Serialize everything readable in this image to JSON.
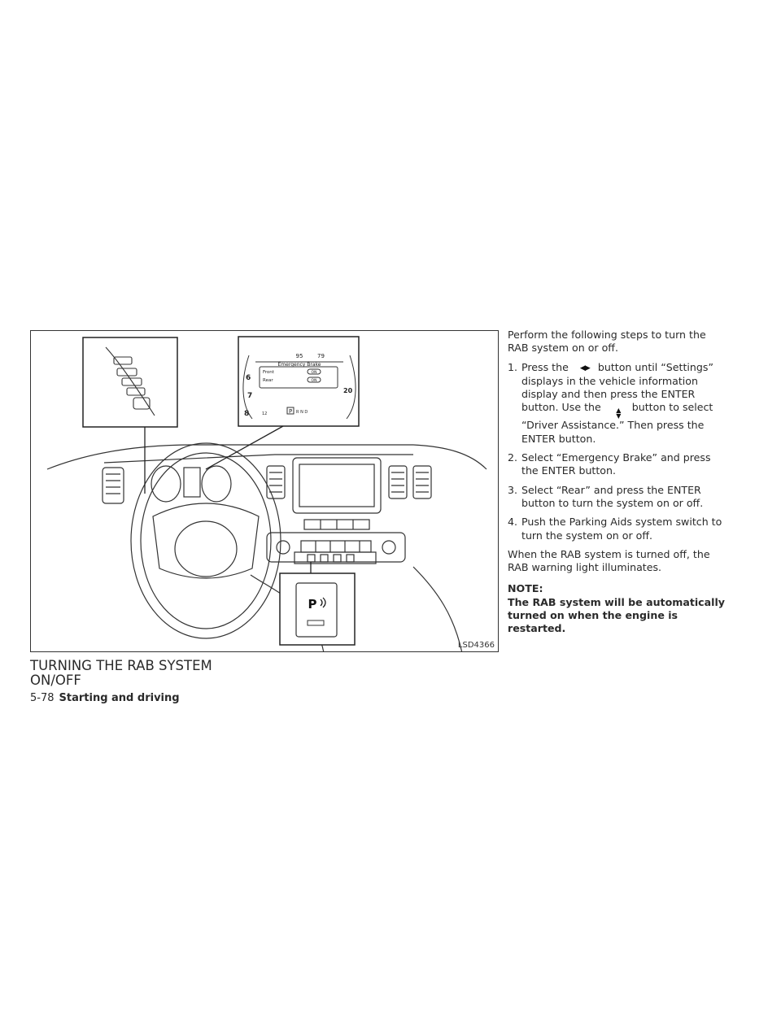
{
  "figure": {
    "code": "LSD4366",
    "display": {
      "title": "Emergency Brake",
      "row1_label": "Front",
      "row2_label": "Rear",
      "toggle_on": "ON",
      "status_value": "95",
      "status_value2": "79",
      "odo": "12",
      "gear": "P",
      "gears": "R N D",
      "tach": [
        "6",
        "7",
        "8"
      ],
      "speed": "20"
    },
    "switch_label": "P"
  },
  "section_heading": "TURNING THE RAB SYSTEM\nON/OFF",
  "intro": "Perform the following steps to turn the RAB system on or off.",
  "steps": [
    {
      "num": "1.",
      "pre": "Press the",
      "post": "button until “Settings” displays in the vehicle information display and then press the ENTER button. Use the",
      "post2": "button to select “Driver Assistance.” Then press the ENTER button."
    },
    {
      "num": "2.",
      "text": "Select “Emergency Brake” and press the ENTER button."
    },
    {
      "num": "3.",
      "text": "Select “Rear” and press the ENTER button to turn the system on or off."
    },
    {
      "num": "4.",
      "text": "Push the Parking Aids system switch to turn the system on or off."
    }
  ],
  "warning_text": "When the RAB system is turned off, the RAB warning light illuminates.",
  "note_heading": "NOTE:",
  "note_text": "The RAB system will be automatically turned on when the engine is restarted.",
  "footer": {
    "page": "5-78",
    "chapter": "Starting and driving"
  }
}
